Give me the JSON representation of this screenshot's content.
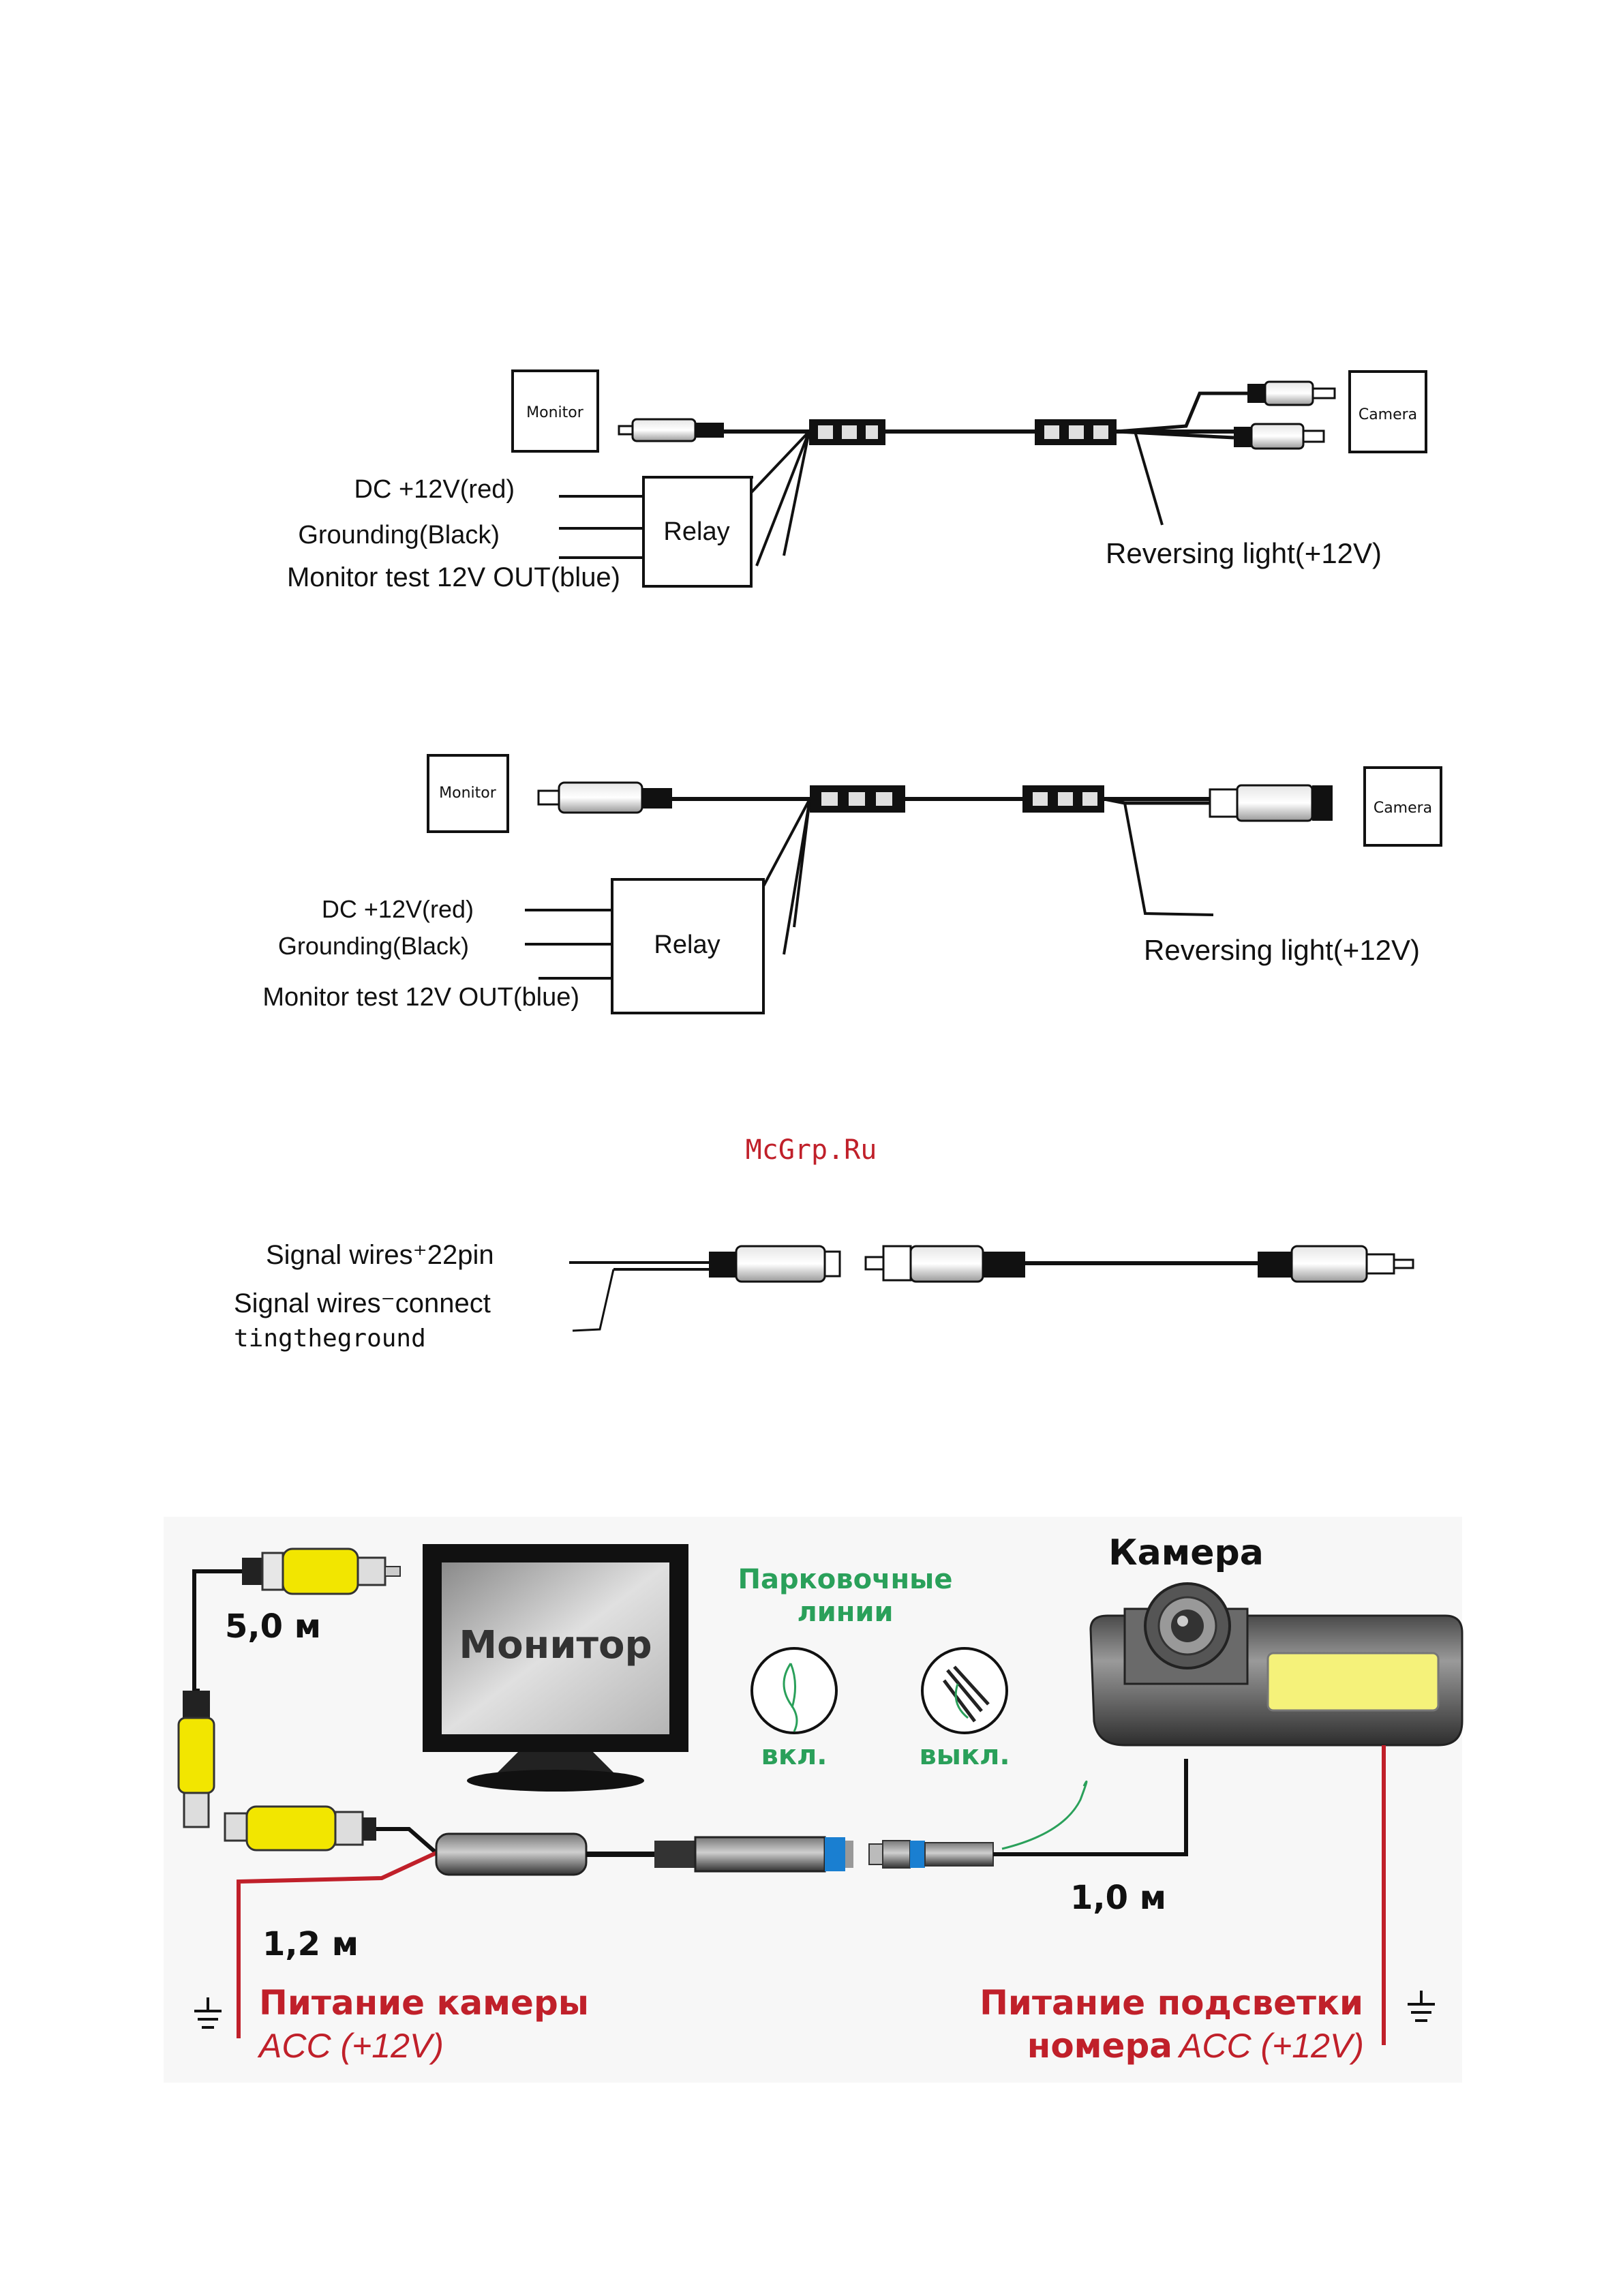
{
  "watermark": "McGrp.Ru",
  "diagram1": {
    "monitor": "Monitor",
    "camera": "Camera",
    "relay": "Relay",
    "dc": "DC +12V(red)",
    "ground": "Grounding(Black)",
    "test": "Monitor test 12V OUT(blue)",
    "reverse": "Reversing light(+12V)"
  },
  "diagram2": {
    "monitor": "Monitor",
    "camera": "Camera",
    "relay": "Relay",
    "dc": "DC +12V(red)",
    "ground": "Grounding(Black)",
    "test": "Monitor test 12V OUT(blue)",
    "reverse": "Reversing light(+12V)"
  },
  "diagram3": {
    "plus": "Signal wires⁺22pin",
    "minus1": "Signal wires⁻connect",
    "minus2": "tingtheground"
  },
  "diagram4": {
    "camera_title": "Камера",
    "monitor": "Монитор",
    "parking1": "Парковочные",
    "parking2": "линии",
    "on": "вкл.",
    "off": "выкл.",
    "len_5": "5,0 м",
    "len_12": "1,2 м",
    "len_10": "1,0 м",
    "cam_power_title": "Питание камеры",
    "cam_power_acc": "ACC (+12V)",
    "light_power_title": "Питание подсветки",
    "light_power_word": "номера",
    "light_power_acc": "ACC (+12V)"
  },
  "colors": {
    "watermark": "#c0202a",
    "power_red": "#c0202a",
    "green": "#2aa05a",
    "yellow": "#f2e600",
    "blue": "#1a7fd1"
  }
}
